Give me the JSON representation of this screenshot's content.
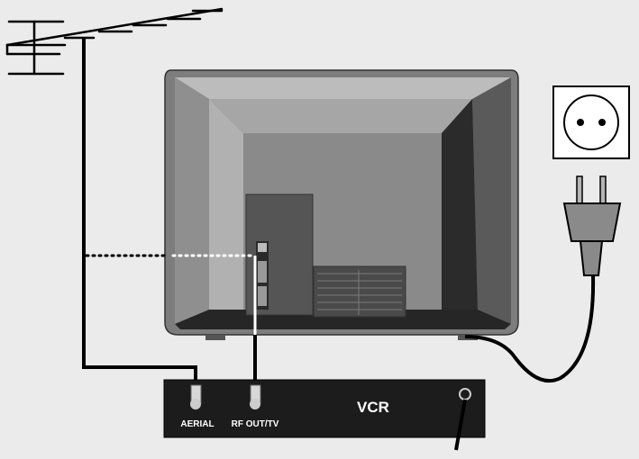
{
  "vcr": {
    "name": "VCR",
    "aerial_label": "AERIAL",
    "rf_out_label": "RF OUT/TV"
  },
  "colors": {
    "background": "#ebebeb",
    "cable": "#000000",
    "tv_shell": "#7d7d7d",
    "tv_inner": "#a6a6a6",
    "vcr_body": "#1c1c1c",
    "socket_plate": "#ffffff"
  },
  "icons": [
    "antenna-icon",
    "wall-socket-icon",
    "power-plug-icon"
  ]
}
